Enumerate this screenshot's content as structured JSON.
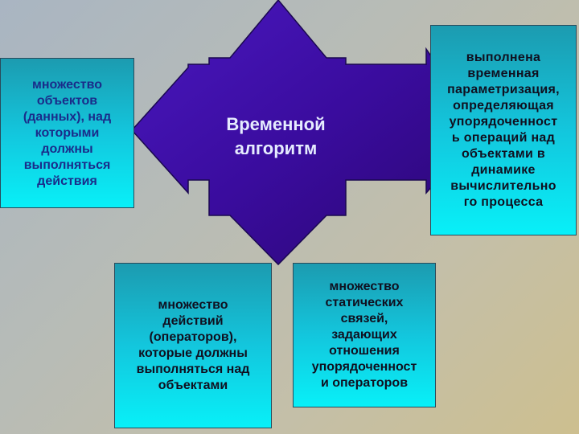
{
  "center": {
    "label": "Временной\nалгоритм",
    "color": "#3b0aa0"
  },
  "boxes": {
    "left": "множество\nобъектов\n(данных), над\nкоторыми\nдолжны\nвыполняться\nдействия",
    "right": "выполнена\nвременная\nпараметризация,\nопределяющая\nупорядоченност\nь операций над\nобъектами в\nдинамике\nвычислительно\nго процесса",
    "bottom_left": "множество\nдействий\n(операторов),\nкоторые должны\nвыполняться над\nобъектами",
    "bottom_right": "множество\nстатических\nсвязей,\nзадающих\nотношения\nупорядоченност\nи операторов"
  }
}
